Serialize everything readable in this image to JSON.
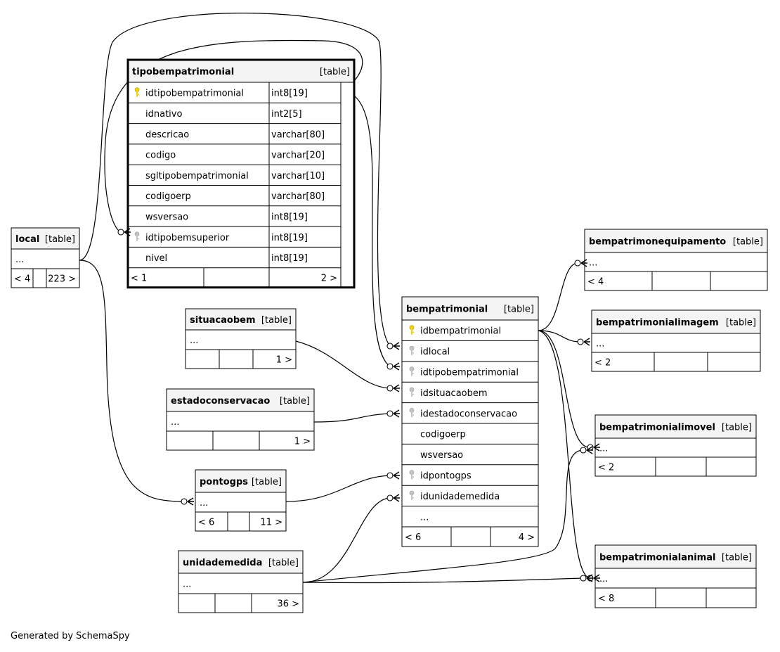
{
  "footer": "Generated by SchemaSpy",
  "tables": [
    {
      "id": "tipobempatrimonial",
      "name": "tipobempatrimonial",
      "kind": "[table]",
      "focus": true,
      "columns": [
        {
          "name": "idtipobempatrimonial",
          "type": "int8[19]",
          "key": "primary"
        },
        {
          "name": "idnativo",
          "type": "int2[5]",
          "key": ""
        },
        {
          "name": "descricao",
          "type": "varchar[80]",
          "key": ""
        },
        {
          "name": "codigo",
          "type": "varchar[20]",
          "key": ""
        },
        {
          "name": "sgltipobempatrimonial",
          "type": "varchar[10]",
          "key": ""
        },
        {
          "name": "codigoerp",
          "type": "varchar[80]",
          "key": ""
        },
        {
          "name": "wsversao",
          "type": "int8[19]",
          "key": ""
        },
        {
          "name": "idtipobemsuperior",
          "type": "int8[19]",
          "key": "foreign"
        },
        {
          "name": "nivel",
          "type": "int8[19]",
          "key": ""
        }
      ],
      "footer": [
        "< 1",
        "",
        "2 >"
      ]
    },
    {
      "id": "local",
      "name": "local",
      "kind": "[table]",
      "columns": [
        {
          "name": "...",
          "type": "",
          "key": ""
        }
      ],
      "footer": [
        "< 4",
        "",
        "223 >"
      ]
    },
    {
      "id": "situacaobem",
      "name": "situacaobem",
      "kind": "[table]",
      "columns": [
        {
          "name": "...",
          "type": "",
          "key": ""
        }
      ],
      "footer": [
        "",
        "",
        "1 >"
      ]
    },
    {
      "id": "estadoconservacao",
      "name": "estadoconservacao",
      "kind": "[table]",
      "columns": [
        {
          "name": "...",
          "type": "",
          "key": ""
        }
      ],
      "footer": [
        "",
        "",
        "1 >"
      ]
    },
    {
      "id": "pontogps",
      "name": "pontogps",
      "kind": "[table]",
      "columns": [
        {
          "name": "...",
          "type": "",
          "key": ""
        }
      ],
      "footer": [
        "< 6",
        "",
        "11 >"
      ]
    },
    {
      "id": "unidademedida",
      "name": "unidademedida",
      "kind": "[table]",
      "columns": [
        {
          "name": "...",
          "type": "",
          "key": ""
        }
      ],
      "footer": [
        "",
        "",
        "36 >"
      ]
    },
    {
      "id": "bempatrimonial",
      "name": "bempatrimonial",
      "kind": "[table]",
      "columns": [
        {
          "name": "idbempatrimonial",
          "type": "",
          "key": "primary"
        },
        {
          "name": "idlocal",
          "type": "",
          "key": "foreign"
        },
        {
          "name": "idtipobempatrimonial",
          "type": "",
          "key": "foreign"
        },
        {
          "name": "idsituacaobem",
          "type": "",
          "key": "foreign"
        },
        {
          "name": "idestadoconservacao",
          "type": "",
          "key": "foreign"
        },
        {
          "name": "codigoerp",
          "type": "",
          "key": ""
        },
        {
          "name": "wsversao",
          "type": "",
          "key": ""
        },
        {
          "name": "idpontogps",
          "type": "",
          "key": "foreign"
        },
        {
          "name": "idunidademedida",
          "type": "",
          "key": "foreign"
        },
        {
          "name": "...",
          "type": "",
          "key": ""
        }
      ],
      "footer": [
        "< 6",
        "",
        "4 >"
      ]
    },
    {
      "id": "bempatrimonequipamento",
      "name": "bempatrimonequipamento",
      "kind": "[table]",
      "columns": [
        {
          "name": "...",
          "type": "",
          "key": ""
        }
      ],
      "footer": [
        "< 4",
        "",
        ""
      ]
    },
    {
      "id": "bempatrimonialimagem",
      "name": "bempatrimonialimagem",
      "kind": "[table]",
      "columns": [
        {
          "name": "...",
          "type": "",
          "key": ""
        }
      ],
      "footer": [
        "< 2",
        "",
        ""
      ]
    },
    {
      "id": "bempatrimonialimovel",
      "name": "bempatrimonialimovel",
      "kind": "[table]",
      "columns": [
        {
          "name": "...",
          "type": "",
          "key": ""
        }
      ],
      "footer": [
        "< 2",
        "",
        ""
      ]
    },
    {
      "id": "bempatrimonialanimal",
      "name": "bempatrimonialanimal",
      "kind": "[table]",
      "columns": [
        {
          "name": "...",
          "type": "",
          "key": ""
        }
      ],
      "footer": [
        "< 8",
        "",
        ""
      ]
    }
  ],
  "relationships": [
    {
      "from": "local",
      "to": "bempatrimonial.idlocal"
    },
    {
      "from": "tipobempatrimonial",
      "to": "bempatrimonial.idtipobempatrimonial"
    },
    {
      "from": "tipobempatrimonial",
      "to": "tipobempatrimonial.idtipobemsuperior"
    },
    {
      "from": "situacaobem",
      "to": "bempatrimonial.idsituacaobem"
    },
    {
      "from": "estadoconservacao",
      "to": "bempatrimonial.idestadoconservacao"
    },
    {
      "from": "pontogps",
      "to": "bempatrimonial.idpontogps"
    },
    {
      "from": "local",
      "to": "pontogps"
    },
    {
      "from": "unidademedida",
      "to": "bempatrimonial.idunidademedida"
    },
    {
      "from": "bempatrimonial",
      "to": "bempatrimonequipamento"
    },
    {
      "from": "bempatrimonial",
      "to": "bempatrimonialimagem"
    },
    {
      "from": "bempatrimonial",
      "to": "bempatrimonialimovel"
    },
    {
      "from": "bempatrimonial",
      "to": "bempatrimonialanimal"
    },
    {
      "from": "unidademedida",
      "to": "bempatrimonialimovel"
    },
    {
      "from": "unidademedida",
      "to": "bempatrimonialanimal"
    }
  ]
}
